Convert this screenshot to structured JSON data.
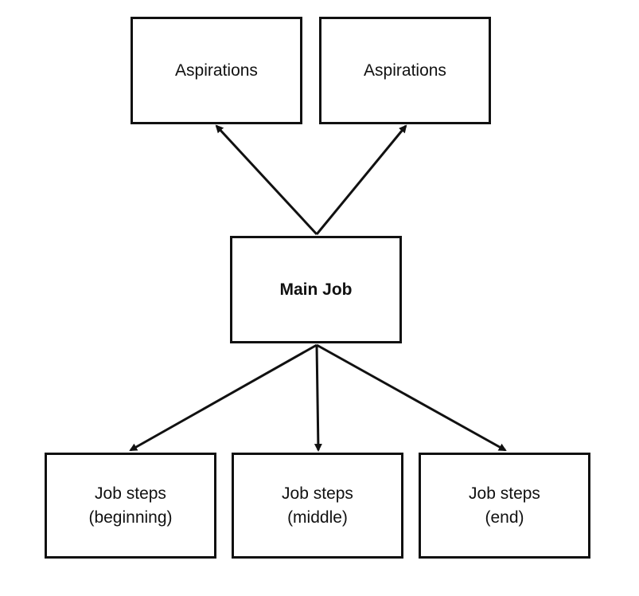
{
  "diagram": {
    "nodes": {
      "aspirations_left": {
        "label": "Aspirations"
      },
      "aspirations_right": {
        "label": "Aspirations"
      },
      "main_job": {
        "label": "Main Job"
      },
      "steps_beginning": {
        "label": "Job steps\n(beginning)"
      },
      "steps_middle": {
        "label": "Job steps\n(middle)"
      },
      "steps_end": {
        "label": "Job steps\n(end)"
      }
    },
    "edges": [
      {
        "from": "main_job",
        "to": "aspirations_left"
      },
      {
        "from": "main_job",
        "to": "aspirations_right"
      },
      {
        "from": "main_job",
        "to": "steps_beginning"
      },
      {
        "from": "main_job",
        "to": "steps_middle"
      },
      {
        "from": "main_job",
        "to": "steps_end"
      }
    ],
    "colors": {
      "stroke": "#111111",
      "fill": "#ffffff"
    }
  }
}
